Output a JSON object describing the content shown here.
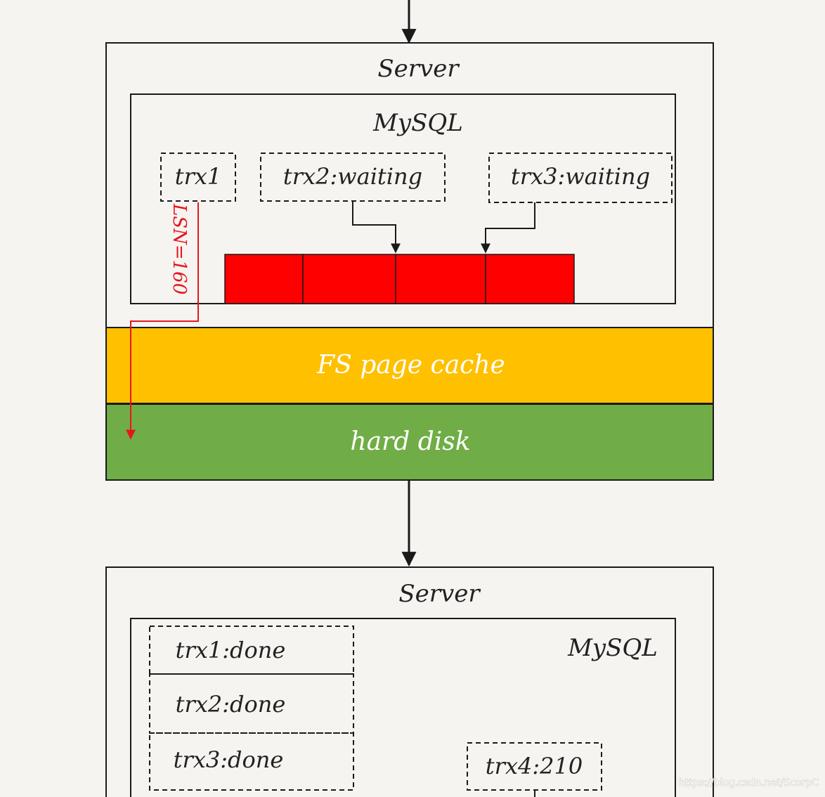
{
  "colors": {
    "background": "#f5f4f0",
    "buffer_red": "#ff0000",
    "fs_cache_yellow": "#ffc000",
    "hard_disk_green": "#70ad47",
    "lsn_arrow_red": "#e8141d",
    "line_black": "#1a1a1a"
  },
  "top_server": {
    "label": "Server",
    "mysql": {
      "label": "MySQL",
      "trx1": "trx1",
      "trx2": "trx2:waiting",
      "trx3": "trx3:waiting",
      "redo_buffer_cells": 4
    },
    "lsn_label": "LSN=160",
    "fs_page_cache": "FS page cache",
    "hard_disk": "hard disk"
  },
  "bottom_server": {
    "label": "Server",
    "mysql": {
      "label": "MySQL",
      "trx1": "trx1:done",
      "trx2": "trx2:done",
      "trx3": "trx3:done",
      "trx4": "trx4:210"
    }
  },
  "watermark": "https://blog.csdn.net/ScorpC"
}
